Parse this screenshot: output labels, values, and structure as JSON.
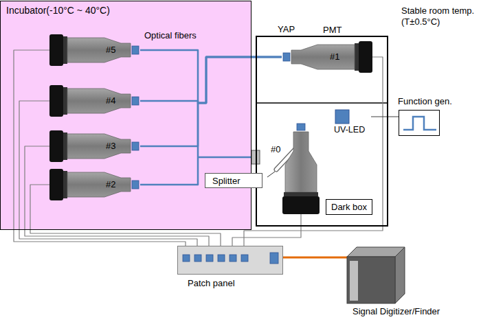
{
  "diagram": {
    "nodes": [
      {
        "text": [
          "Incubator(-10°C ~ 40°C)"
        ]
      },
      {
        "text": [
          "#5"
        ],
        "in": 0
      },
      {
        "text": [
          "#4"
        ],
        "in": 0
      },
      {
        "text": [
          "#3"
        ],
        "in": 0
      },
      {
        "text": [
          "#2"
        ],
        "in": 0
      },
      {
        "text": [
          "Dark box"
        ]
      },
      {
        "text": [
          "PMT",
          "#1"
        ],
        "in": 5
      },
      {
        "text": [
          "UV-LED"
        ],
        "in": 5
      },
      {
        "text": [
          "#0"
        ],
        "in": 5
      },
      {
        "text": [
          "Splitter"
        ]
      },
      {
        "text": [
          "Function gen."
        ]
      },
      {
        "text": [
          "Patch panel"
        ]
      },
      {
        "text": [
          "Signal Digitizer/Finder"
        ]
      }
    ],
    "edges": [
      {
        "from": 1,
        "to": 6,
        "arrow": "none"
      },
      {
        "from": 2,
        "to": 6,
        "arrow": "none"
      },
      {
        "from": 3,
        "to": 6,
        "arrow": "none"
      },
      {
        "from": 4,
        "to": 6,
        "arrow": "none"
      },
      {
        "from": 1,
        "to": 11,
        "arrow": "none"
      },
      {
        "from": 2,
        "to": 11,
        "arrow": "none"
      },
      {
        "from": 3,
        "to": 11,
        "arrow": "none"
      },
      {
        "from": 4,
        "to": 11,
        "arrow": "none"
      },
      {
        "from": 8,
        "to": 11,
        "arrow": "none"
      },
      {
        "from": 6,
        "to": 11,
        "arrow": "none"
      },
      {
        "from": 7,
        "to": 10,
        "arrow": "none"
      },
      {
        "from": 11,
        "to": 12,
        "arrow": "none"
      }
    ],
    "labels": [
      "Optical fibers",
      "YAP",
      "Stable room temp. (T±0.5°C)"
    ]
  }
}
